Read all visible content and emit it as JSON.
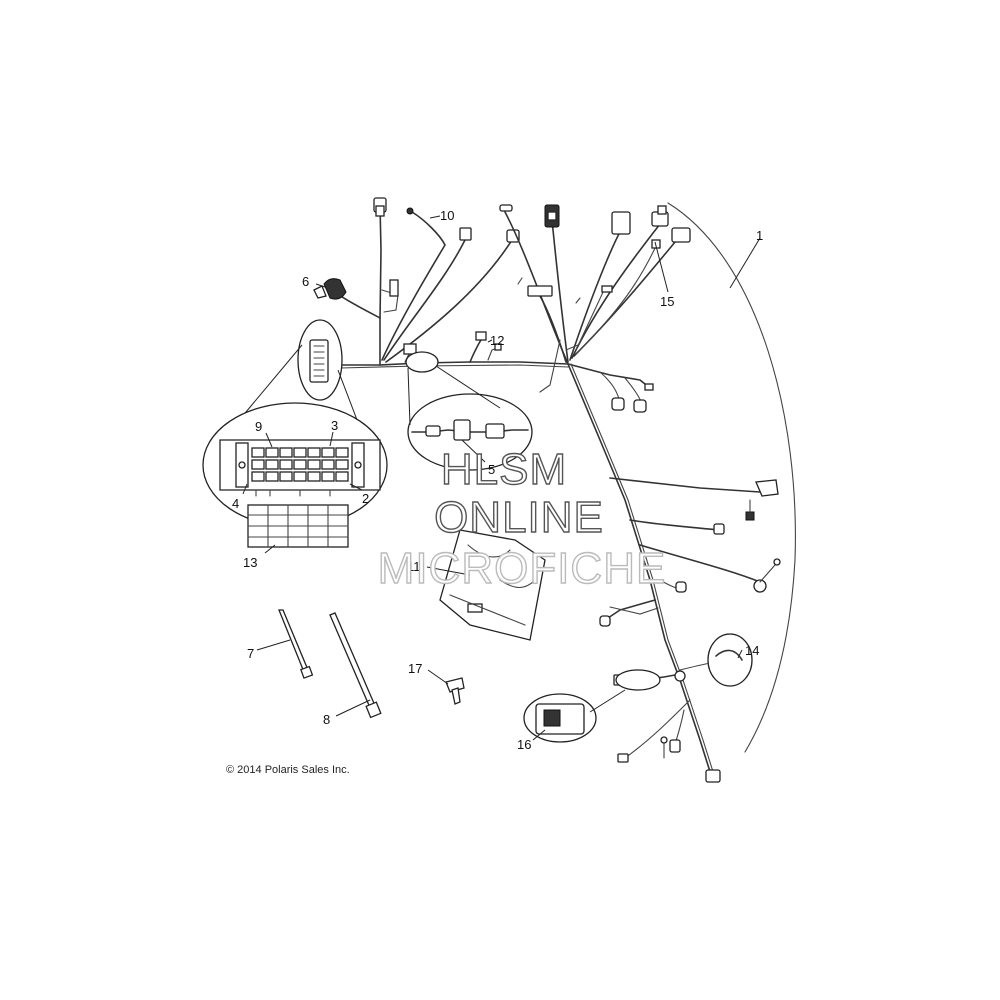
{
  "callouts": [
    {
      "label": "1"
    },
    {
      "label": "2"
    },
    {
      "label": "3"
    },
    {
      "label": "4"
    },
    {
      "label": "5"
    },
    {
      "label": "6"
    },
    {
      "label": "7"
    },
    {
      "label": "8"
    },
    {
      "label": "9"
    },
    {
      "label": "10"
    },
    {
      "label": "11"
    },
    {
      "label": "12"
    },
    {
      "label": "13"
    },
    {
      "label": "14"
    },
    {
      "label": "15"
    },
    {
      "label": "16"
    },
    {
      "label": "17"
    }
  ],
  "watermark": {
    "line1": "HLSM",
    "line2": "ONLINE",
    "line3": "MICROFICHE"
  },
  "copyright": "© 2014 Polaris Sales Inc."
}
